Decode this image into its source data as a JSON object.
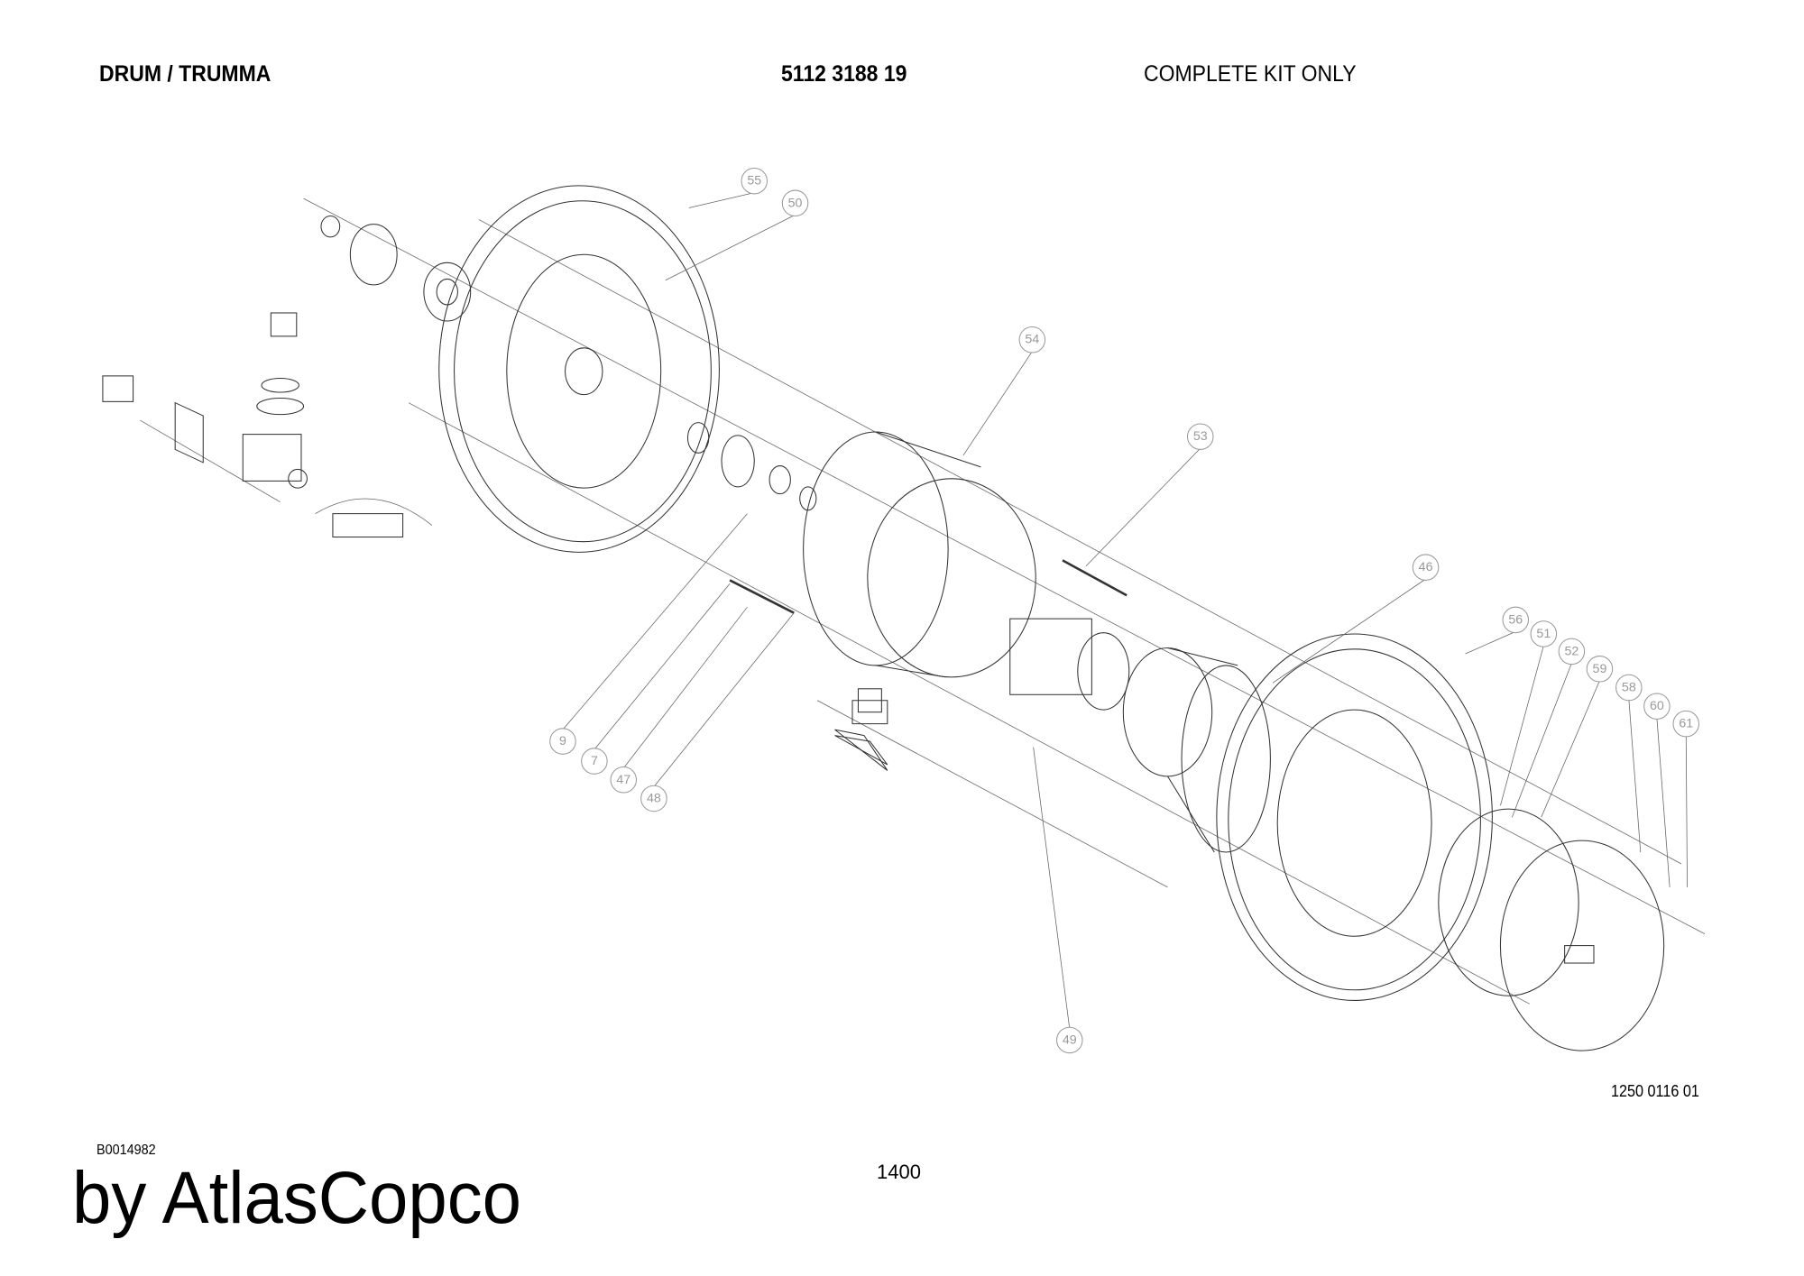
{
  "header": {
    "title": "DRUM / TRUMMA",
    "part_number": "5112 3188 19",
    "note": "COMPLETE KIT ONLY"
  },
  "drawing_number": "1250 0116 01",
  "reference": "B0014982",
  "page_number": "1400",
  "brand": "by AtlasCopco",
  "callouts": [
    "55",
    "50",
    "54",
    "53",
    "46",
    "56",
    "51",
    "52",
    "59",
    "58",
    "60",
    "61",
    "9",
    "7",
    "47",
    "48",
    "49"
  ]
}
